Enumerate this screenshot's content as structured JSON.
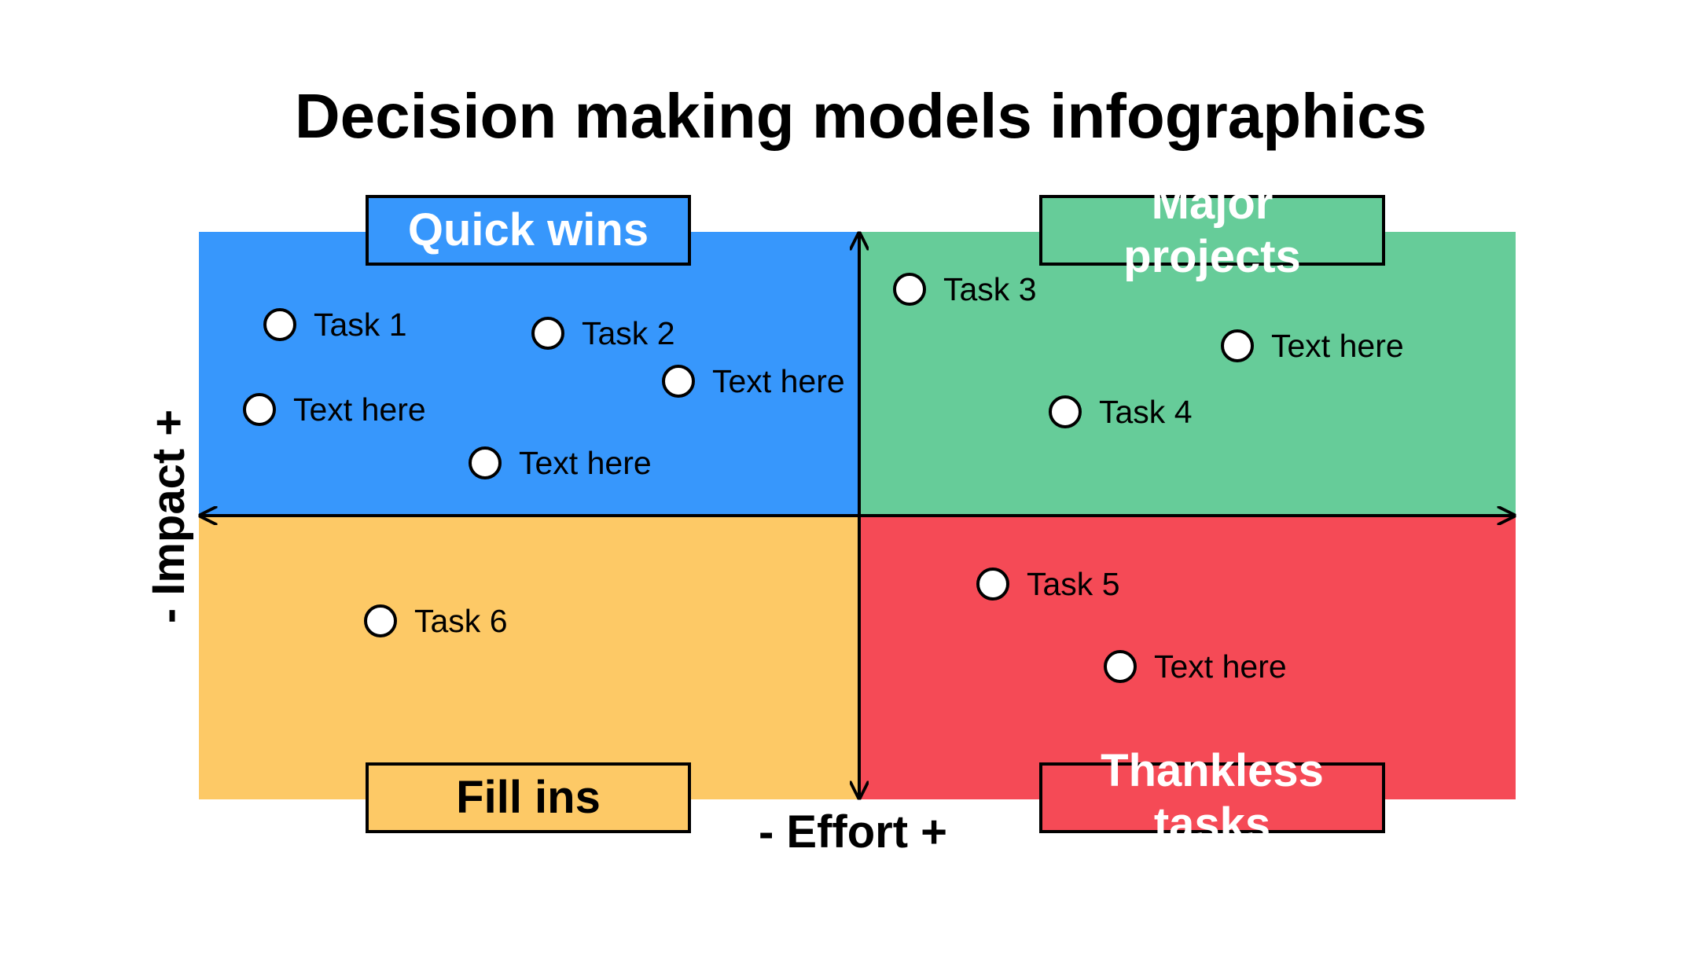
{
  "title": "Decision making models infographics",
  "colors": {
    "quick_wins": "#3797fc",
    "major_projects": "#66cc99",
    "fill_ins": "#fdc966",
    "thankless_tasks": "#f54a56",
    "label_dark": "#000000",
    "label_light": "#ffffff"
  },
  "quadrants": {
    "quick_wins": {
      "label": "Quick wins"
    },
    "major_projects": {
      "label": "Major projects"
    },
    "fill_ins": {
      "label": "Fill ins"
    },
    "thankless_tasks": {
      "label": "Thankless tasks"
    }
  },
  "axes": {
    "x_label": "- Effort +",
    "y_label": "- Impact +"
  },
  "tasks": [
    {
      "label": "Task 1"
    },
    {
      "label": "Task 2"
    },
    {
      "label": "Text here"
    },
    {
      "label": "Text here"
    },
    {
      "label": "Text here"
    },
    {
      "label": "Task 3"
    },
    {
      "label": "Text here"
    },
    {
      "label": "Task 4"
    },
    {
      "label": "Task 6"
    },
    {
      "label": "Task 5"
    },
    {
      "label": "Text here"
    }
  ]
}
